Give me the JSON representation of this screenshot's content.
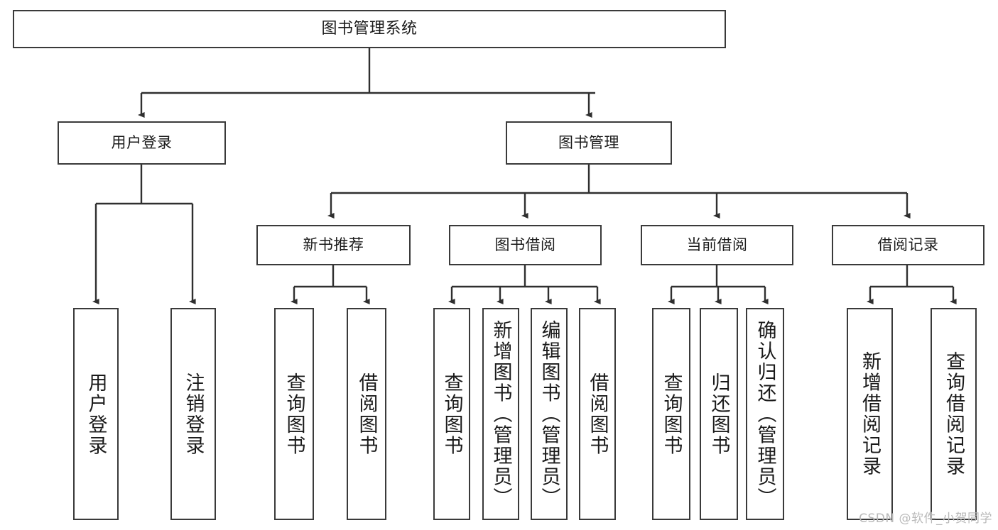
{
  "diagram": {
    "type": "hierarchy-tree",
    "title": "图书管理系统",
    "watermark": "CSDN @软件_小贺同学",
    "colors": {
      "stroke": "#3a3a3a",
      "fill": "#ffffff",
      "text": "#1a1a1a",
      "watermark": "#b9b9b9"
    },
    "nodes": {
      "root": {
        "label": "图书管理系统"
      },
      "level2": [
        {
          "label": "用户登录"
        },
        {
          "label": "图书管理"
        }
      ],
      "level3": [
        {
          "label": "新书推荐"
        },
        {
          "label": "图书借阅"
        },
        {
          "label": "当前借阅"
        },
        {
          "label": "借阅记录"
        }
      ],
      "leaves_user_login": [
        {
          "label": "用户登录"
        },
        {
          "label": "注销登录"
        }
      ],
      "leaves_new_books": [
        {
          "label": "查询图书"
        },
        {
          "label": "借阅图书"
        }
      ],
      "leaves_borrow": [
        {
          "label": "查询图书"
        },
        {
          "label": "新增图书（管理员）"
        },
        {
          "label": "编辑图书（管理员）"
        },
        {
          "label": "借阅图书"
        }
      ],
      "leaves_current": [
        {
          "label": "查询图书"
        },
        {
          "label": "归还图书"
        },
        {
          "label": "确认归还（管理员）"
        }
      ],
      "leaves_records": [
        {
          "label": "新增借阅记录"
        },
        {
          "label": "查询借阅记录"
        }
      ]
    }
  }
}
